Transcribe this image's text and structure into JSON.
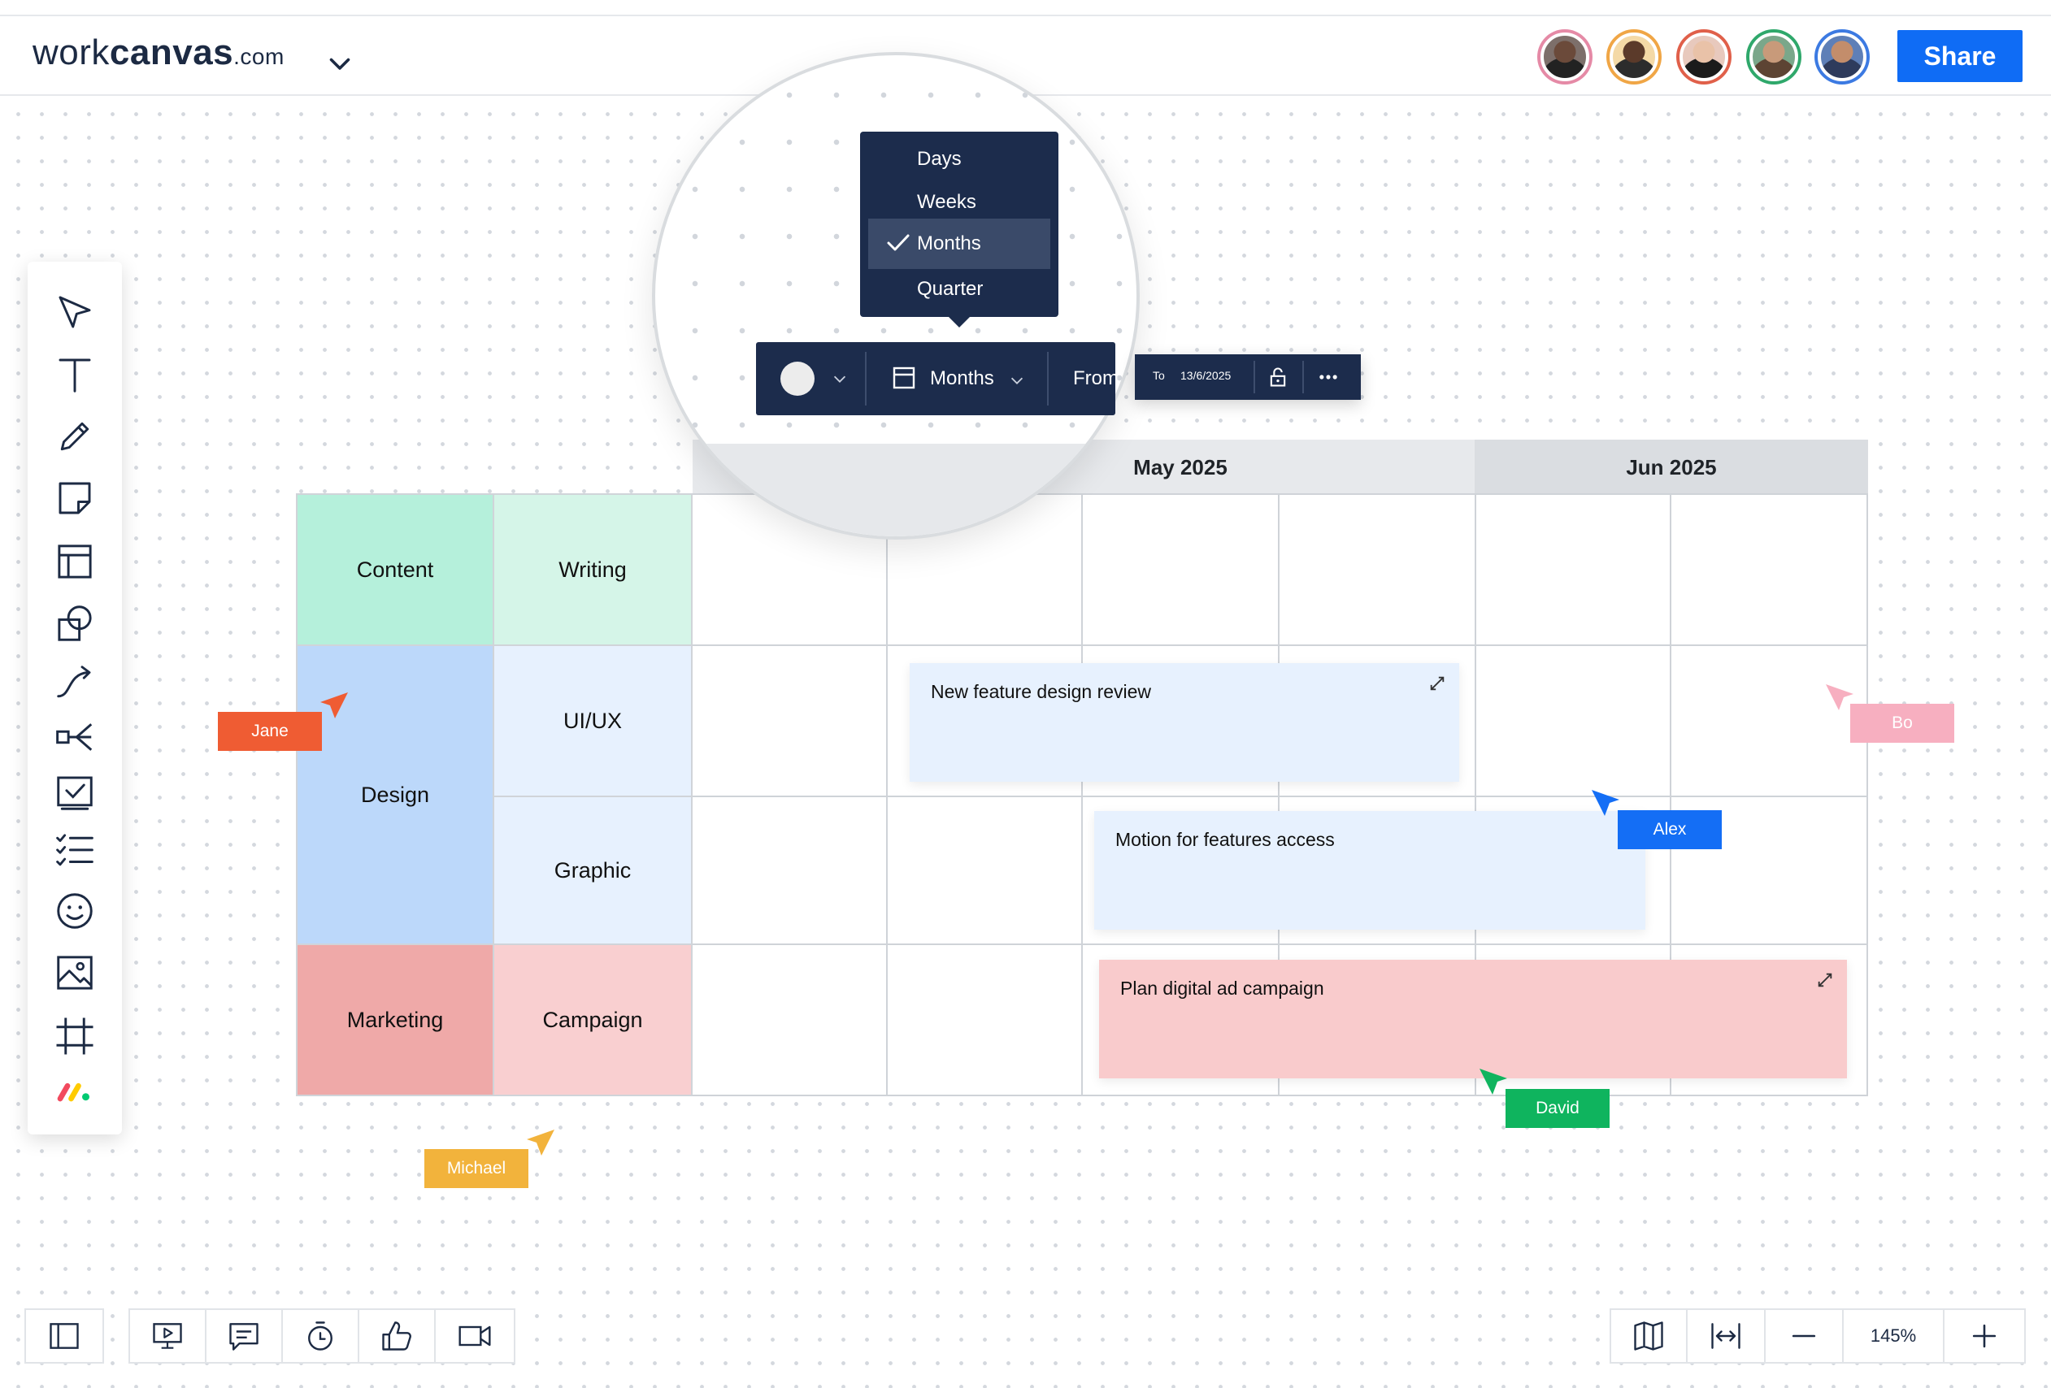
{
  "app": {
    "brand": {
      "name_light": "work",
      "name_bold": "canvas",
      "suffix": ".com"
    },
    "share_label": "Share",
    "collaborators": [
      {
        "name": "avatar-1",
        "ring": "#e58aa6"
      },
      {
        "name": "avatar-2",
        "ring": "#f0a646"
      },
      {
        "name": "avatar-3",
        "ring": "#e0604a"
      },
      {
        "name": "avatar-4",
        "ring": "#2fa86b"
      },
      {
        "name": "avatar-5",
        "ring": "#3c7ae2"
      }
    ]
  },
  "toolbar": {
    "tools": [
      "pointer-icon",
      "text-icon",
      "pen-icon",
      "sticky-note-icon",
      "table-icon",
      "shapes-icon",
      "connector-icon",
      "mindmap-icon",
      "checkbox-icon",
      "checklist-icon",
      "emoji-icon",
      "image-icon",
      "frame-icon",
      "monday-logo-icon"
    ]
  },
  "scale_menu": {
    "items": [
      "Days",
      "Weeks",
      "Months",
      "Quarter"
    ],
    "selected": "Months"
  },
  "context_bar": {
    "scale_label": "Months",
    "from_label": "From",
    "to_label": "To",
    "to_date": "13/6/2025"
  },
  "timeline": {
    "months": [
      "May 2025",
      "Jun 2025"
    ],
    "groups": [
      {
        "label": "Content",
        "color": "#b5f0db"
      },
      {
        "label": "Design",
        "color": "#bcd8fa"
      },
      {
        "label": "Marketing",
        "color": "#efa9a8"
      }
    ],
    "lanes": [
      {
        "label": "Writing",
        "color": "#d5f5e8"
      },
      {
        "label": "UI/UX",
        "color": "#e7f1fe"
      },
      {
        "label": "Graphic",
        "color": "#e7f1fe"
      },
      {
        "label": "Campaign",
        "color": "#f9cfd0"
      }
    ],
    "cards": [
      {
        "title": "New feature design review",
        "color": "#e7f1fe"
      },
      {
        "title": "Motion for features access",
        "color": "#e7f1fe"
      },
      {
        "title": "Plan digital ad campaign",
        "color": "#f9cbcc"
      }
    ]
  },
  "cursors": [
    {
      "name": "Jane",
      "color": "#ef5c33"
    },
    {
      "name": "Bo",
      "color": "#f7afc0"
    },
    {
      "name": "Alex",
      "color": "#146ef5"
    },
    {
      "name": "David",
      "color": "#0fb45e"
    },
    {
      "name": "Michael",
      "color": "#f2b33c"
    }
  ],
  "bottom_bar": {
    "left_tools": [
      "panel-icon",
      "present-icon",
      "comment-icon",
      "timer-icon",
      "vote-icon",
      "video-icon"
    ],
    "right_tools": [
      "map-icon",
      "fit-width-icon",
      "zoom-out-icon",
      "zoom-in-icon"
    ],
    "zoom": "145%"
  }
}
